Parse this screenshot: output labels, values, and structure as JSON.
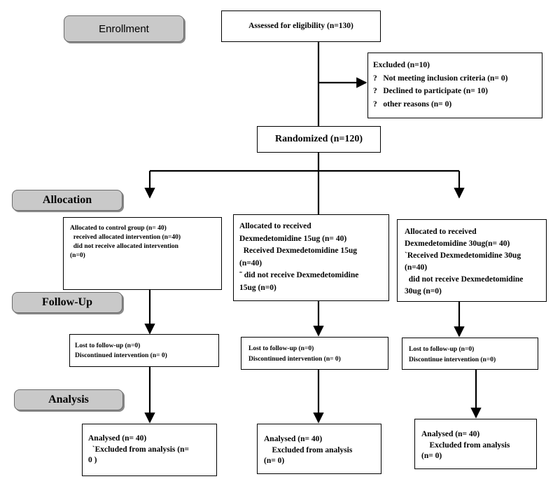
{
  "stages": {
    "enrollment": "Enrollment",
    "allocation": "Allocation",
    "follow_up": "Follow-Up",
    "analysis": "Analysis"
  },
  "assessed": "Assessed for eligibility (n=130)",
  "excluded": {
    "title": "Excluded (n=10)",
    "items": [
      "?   Not meeting inclusion criteria (n= 0)",
      "?   Declined to participate (n= 10)",
      "?   other reasons (n= 0)"
    ]
  },
  "randomized": "Randomized (n=120)",
  "allocation_boxes": [
    {
      "lines": [
        "Allocated to control group (n= 40)",
        "  received allocated intervention (n=40)",
        "  did not receive allocated intervention",
        "(n=0)"
      ]
    },
    {
      "lines": [
        "Allocated to received",
        "Dexmedetomidine 15ug (n= 40)",
        "  Received Dexmedetomidine 15ug",
        "(n=40)",
        "˜ did not receive Dexmedetomidine",
        "15ug (n=0)"
      ]
    },
    {
      "lines": [
        "Allocated to received",
        "Dexmedetomidine 30ug(n= 40)",
        "ˋReceived Dexmedetomidine 30ug",
        "(n=40)",
        "  did not receive Dexmedetomidine",
        "30ug (n=0)"
      ]
    }
  ],
  "followup_boxes": [
    {
      "lines": [
        "Lost to follow-up (n=0)",
        "Discontinued intervention (n= 0)"
      ]
    },
    {
      "lines": [
        "Lost to follow-up (n=0)",
        "Discontinued intervention (n= 0)"
      ]
    },
    {
      "lines": [
        "Lost to follow-up (n=0)",
        "Discontinue intervention (n=0)"
      ]
    }
  ],
  "analysis_boxes": [
    {
      "lines": [
        "Analysed (n= 40)",
        "  ˋExcluded from analysis (n=",
        "0 )"
      ]
    },
    {
      "lines": [
        "Analysed (n= 40)",
        "    Excluded from analysis",
        "(n= 0)"
      ]
    },
    {
      "lines": [
        "Analysed (n= 40)",
        "    Excluded from analysis",
        "(n= 0)"
      ]
    }
  ]
}
